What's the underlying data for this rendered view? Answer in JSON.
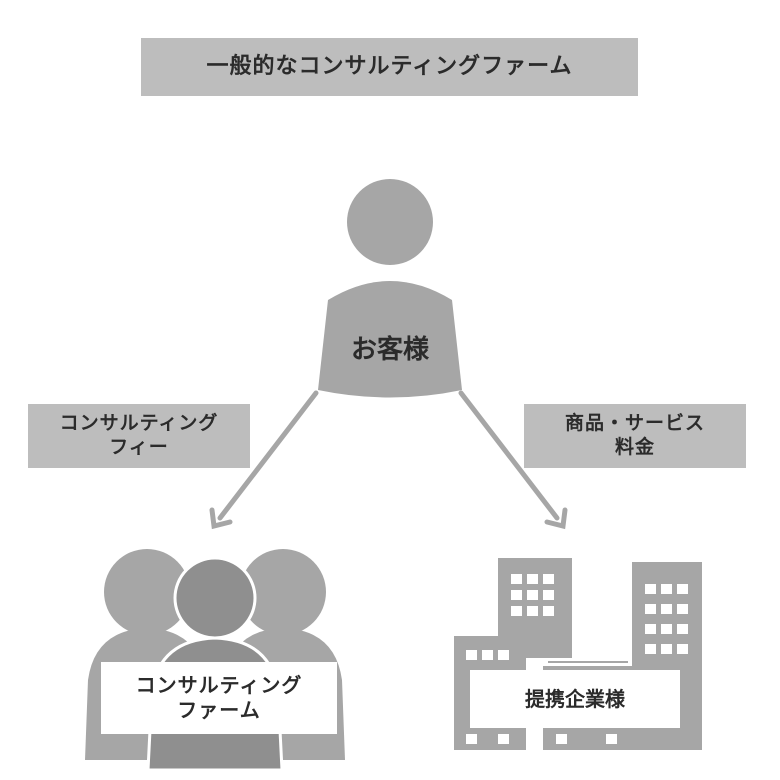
{
  "title": "一般的なコンサルティングファーム",
  "customer": {
    "label": "お客様"
  },
  "left_flow": {
    "line1": "コンサルティング",
    "line2": "フィー"
  },
  "right_flow": {
    "line1": "商品・サービス",
    "line2": "料金"
  },
  "firm": {
    "line1": "コンサルティング",
    "line2": "ファーム"
  },
  "partner": {
    "label": "提携企業様"
  },
  "colors": {
    "label_bg": "#bdbdbd",
    "icon": "#a6a6a6",
    "icon_dark": "#8f8f8f",
    "arrow": "#a6a6a6"
  }
}
